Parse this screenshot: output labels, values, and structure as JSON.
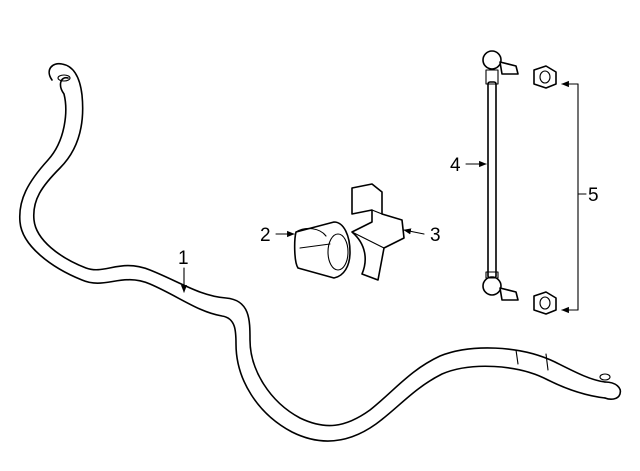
{
  "callouts": {
    "stabilizer_bar": "1",
    "bushing": "2",
    "bracket": "3",
    "link": "4",
    "nuts": "5"
  },
  "colors": {
    "line": "#000000",
    "background": "#ffffff"
  }
}
